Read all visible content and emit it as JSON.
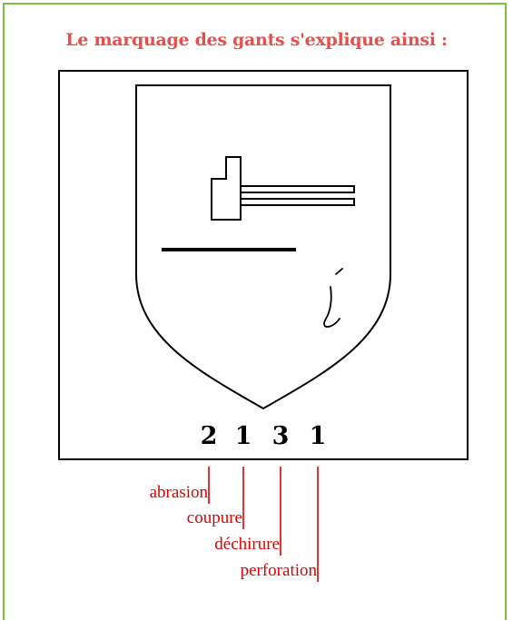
{
  "title": "Le marquage des gants s'explique ainsi :",
  "colors": {
    "title": "#e4504c",
    "labels": "#e00000",
    "frame": "#7bc043",
    "ink": "#000000"
  },
  "pictogram": {
    "icon": "hammer-icon",
    "info_symbol": "i"
  },
  "ratings": [
    {
      "digit": "2",
      "label": "abrasion"
    },
    {
      "digit": "1",
      "label": "coupure"
    },
    {
      "digit": "3",
      "label": "déchirure"
    },
    {
      "digit": "1",
      "label": "perforation"
    }
  ]
}
